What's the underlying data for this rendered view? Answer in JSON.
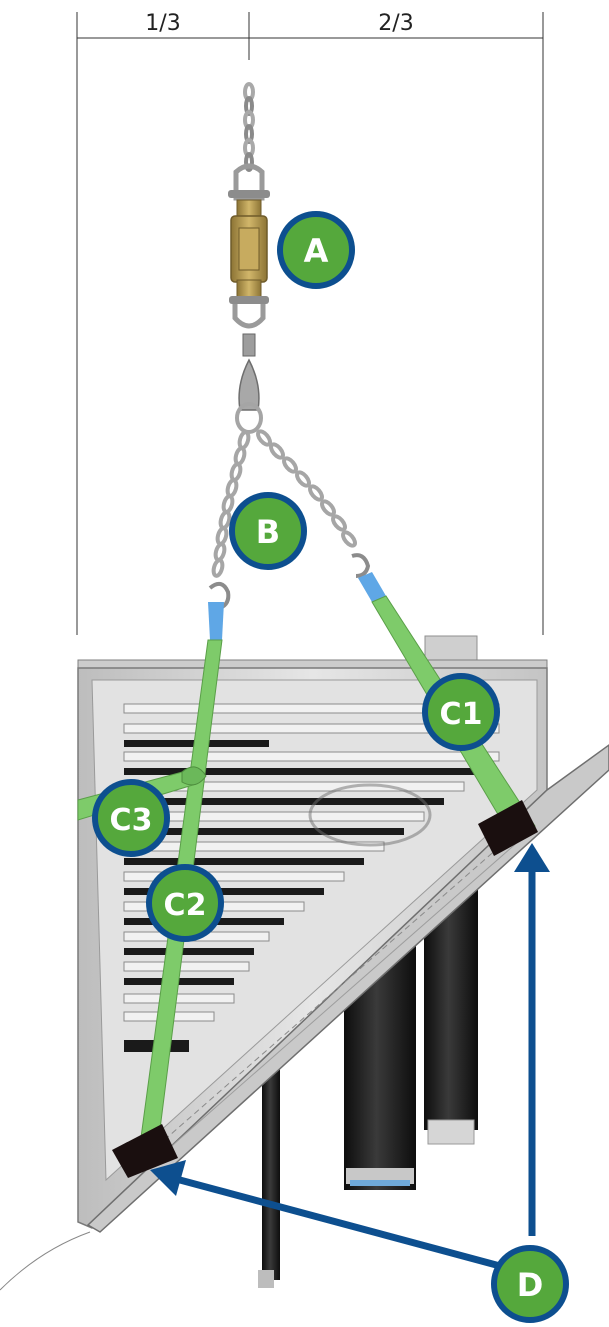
{
  "dimension_labels": {
    "left_fraction": "1/3",
    "right_fraction": "2/3"
  },
  "badges": {
    "a": "A",
    "b": "B",
    "c1": "C1",
    "c2": "C2",
    "c3": "C3",
    "d": "D"
  },
  "colors": {
    "badge_fill": "#55a83c",
    "badge_ring": "#0d4f8f",
    "arrow": "#0d4f8f",
    "strap": "#7ecb6a",
    "strap_end": "#5fa7e6",
    "chain": "#b8b8b8",
    "shackle_gold": "#b79a4e",
    "housing": "#d9d9d9",
    "housing_edge": "#8c8c8c",
    "slot_dark": "#1a1a1a",
    "pipe_dark": "#1c1c1c"
  }
}
